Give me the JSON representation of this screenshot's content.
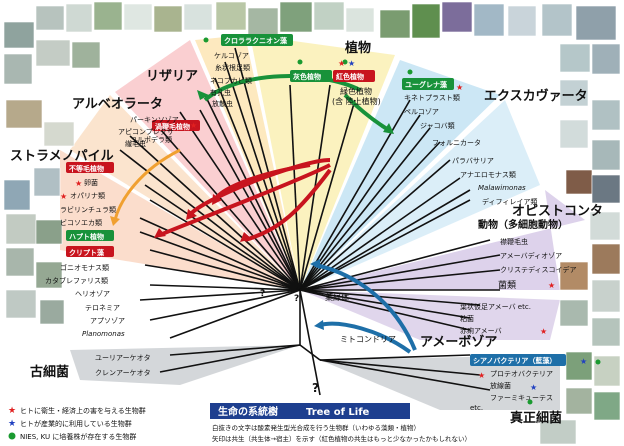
{
  "supergroups": {
    "rhizaria": "リザリア",
    "alveolata": "アルベオラータ",
    "stramenopiles": "ストラメノパイル",
    "plantae": "植物",
    "excavata": "エクスカヴァータ",
    "opisthokonta": "オピストコンタ",
    "animals": "動物（多細胞動物）",
    "amoebozoa": "アメーボゾア",
    "archaea": "古細菌",
    "bacteria": "真正細菌"
  },
  "tags": {
    "chlorarachnion": "クロララクニオン藻",
    "glaucophyte": "灰色植物",
    "red_algae": "紅色植物",
    "green_plants": "緑色植物",
    "green_plants_sub": "(含 陸上植物)",
    "euglena": "ユーグレナ藻",
    "dinoflagellates": "渦鞭毛植物",
    "apicomplexa_tag": "アピコンプレクサ",
    "heterokont": "不等毛植物",
    "haptophyte": "ハプト植物",
    "cryptophyte": "クリプト藻",
    "cyanobacteria": "シアノバクテリア（藍藻）"
  },
  "rhizaria_clades": [
    "ケルコゾア",
    "放散虫",
    "有孔虫",
    "ネコブカビ類",
    "糸状根足類"
  ],
  "alveolata_clades": [
    "パーキンソゾア",
    "繊毛虫",
    "コルポデラ類"
  ],
  "stramenopile_clades": [
    "卵菌",
    "オパリナ類",
    "ラビリンチュラ類",
    "ビコソエカ類",
    "クリプト藻"
  ],
  "misc_clades": [
    "ゴニオモナス類",
    "カタブレファリス類",
    "ヘリオゾア",
    "テロネミア",
    "アプソゾア",
    "Planomonas"
  ],
  "excavata_clades": [
    "キネトプラスト類",
    "ペルコゾア",
    "ジャコバ類",
    "フォルニカータ",
    "パラバサリア",
    "アナエロモナス類",
    "Malawimonas",
    "ディフィレイア類"
  ],
  "opisthokonta_clades": [
    "襟鞭毛虫",
    "アメーバディオゾア",
    "クリステディスコイデア",
    "菌類"
  ],
  "amoebozoa_clades": [
    "葉状仮足アメーバ etc.",
    "粘菌",
    "赤痢アメーバ"
  ],
  "archaea_clades": [
    "ユーリアーケオタ",
    "クレンアーケオタ"
  ],
  "bacteria_clades": [
    "プロテオバクテリア",
    "放線菌",
    "ファーミキューテス",
    "etc."
  ],
  "annotations": {
    "chloroplast": "葉緑体",
    "mitochondria": "ミトコンドリア",
    "question": "?"
  },
  "title": {
    "jp": "生命の系統樹",
    "en": "Tree of Life"
  },
  "notes": [
    "白抜きの文字は酸素発生型光合成を行う生物群（いわゆる藻類・植物）",
    "矢印は共生（共生体→宿主）を示す（紅色植物の共生はもっと少なかったかもしれない）"
  ],
  "legend": [
    {
      "text": "ヒトに衛生・経済上の害を与える生物群",
      "color": "#e02020"
    },
    {
      "text": "ヒトが産業的に利用している生物群",
      "color": "#2040c0"
    },
    {
      "text": "NIES, KU に培養株が存在する生物群",
      "color": "#1a9a30"
    }
  ],
  "colors": {
    "red_mark": "#e02020",
    "blue_mark": "#2040c0",
    "green_mark": "#1a9a30",
    "red_arrow": "#c8141e",
    "green_arrow": "#18923a",
    "blue_arrow": "#1e6fa8",
    "orange_arrow": "#f0a030"
  }
}
